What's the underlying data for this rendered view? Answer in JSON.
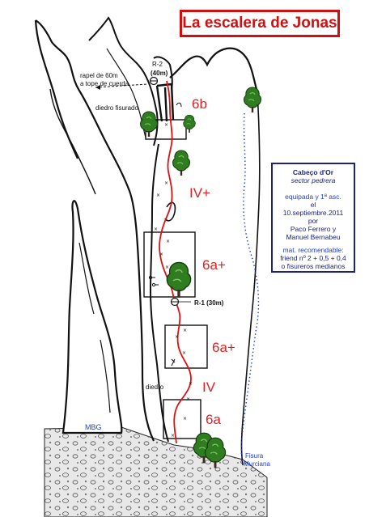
{
  "title": "La escalera de Jonas",
  "info": {
    "sector": "Cabeço d'Or",
    "subsector": "sector pedrera",
    "equipped": "equipada y 1ª asc.",
    "el": "el",
    "date": "10.septiembre.2011",
    "por": "por",
    "author1": "Paco Ferrero y",
    "author2": "Manuel Bernabeu",
    "gear_title": "mat. recomendable:",
    "gear1": "friend nº 2 + 0,5 + 0,4",
    "gear2": "o fisureros medianos"
  },
  "labels": {
    "rappel1": "rapel de 60m",
    "rappel2": "a tope de cuerda",
    "r2": "R-2",
    "r2_len": "(40m)",
    "diedro_fisurado": "diedro fisurado",
    "r1": "R-1 (30m)",
    "diedro": "diedro",
    "mbg": "MBG",
    "fisura1": "Fisura",
    "fisura2": "Murciana"
  },
  "grades": [
    "6b",
    "IV+",
    "6a+",
    "6a+",
    "IV",
    "6a"
  ],
  "colors": {
    "route": "#e01010",
    "grade": "#e02020",
    "tree": "#2f7d20",
    "blue": "#1c3fd6"
  }
}
